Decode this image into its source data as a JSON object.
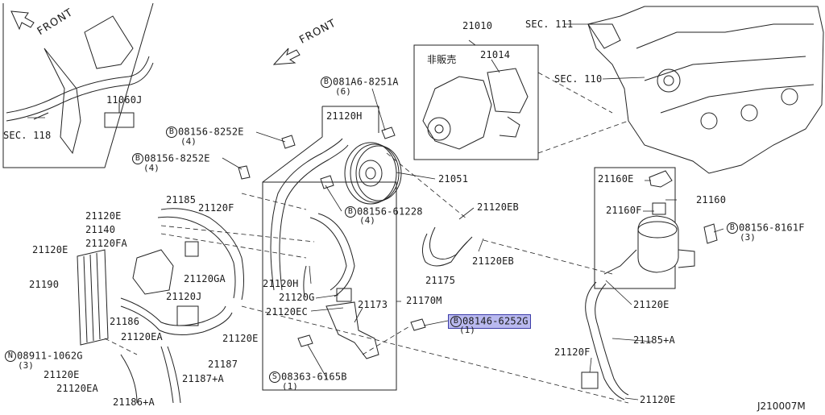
{
  "diagram": {
    "front_left": "FRONT",
    "front_center": "FRONT",
    "not_sold": "非販売",
    "footer_code": "J210007M",
    "sec_labels": [
      "SEC. 118",
      "SEC. 111",
      "SEC. 110"
    ],
    "part_numbers": {
      "p11060j": "11060J",
      "p21010": "21010",
      "p21014": "21014",
      "p21120h_top": "21120H",
      "p21051": "21051",
      "p21120eb_top": "21120EB",
      "p21120eb_bot": "21120EB",
      "p21175": "21175",
      "p21185": "21185",
      "p21120f_top": "21120F",
      "p21120e_a": "21120E",
      "p21140": "21140",
      "p21120fa": "21120FA",
      "p21120e_b": "21120E",
      "p21190": "21190",
      "p21120ga": "21120GA",
      "p21120h_mid": "21120H",
      "p21120j": "21120J",
      "p21120g": "21120G",
      "p21120ec": "21120EC",
      "p21173": "21173",
      "p21170m": "21170M",
      "p21186": "21186",
      "p21120ea_a": "21120EA",
      "p21120e_c": "21120E",
      "p21187": "21187",
      "p21187a": "21187+A",
      "p21120e_d": "21120E",
      "p21120ea_b": "21120EA",
      "p21186a": "21186+A",
      "p21160e": "21160E",
      "p21160": "21160",
      "p21160f": "21160F",
      "p21120e_e": "21120E",
      "p21185a": "21185+A",
      "p21120f_bot": "21120F",
      "p21120e_f": "21120E"
    },
    "bolts": {
      "b081a6": {
        "prefix": "B",
        "number": "081A6-8251A",
        "qty": "(6)"
      },
      "b08156_a": {
        "prefix": "B",
        "number": "08156-8252E",
        "qty": "(4)"
      },
      "b08156_b": {
        "prefix": "B",
        "number": "08156-8252E",
        "qty": "(4)"
      },
      "b08156_61228": {
        "prefix": "B",
        "number": "08156-61228",
        "qty": "(4)"
      },
      "b08156_8161f": {
        "prefix": "B",
        "number": "08156-8161F",
        "qty": "(3)"
      },
      "b08146": {
        "prefix": "B",
        "number": "08146-6252G",
        "qty": "(1)"
      },
      "n08911": {
        "prefix": "N",
        "number": "08911-1062G",
        "qty": "(3)"
      },
      "s08363": {
        "prefix": "S",
        "number": "08363-6165B",
        "qty": "(1)"
      }
    }
  }
}
